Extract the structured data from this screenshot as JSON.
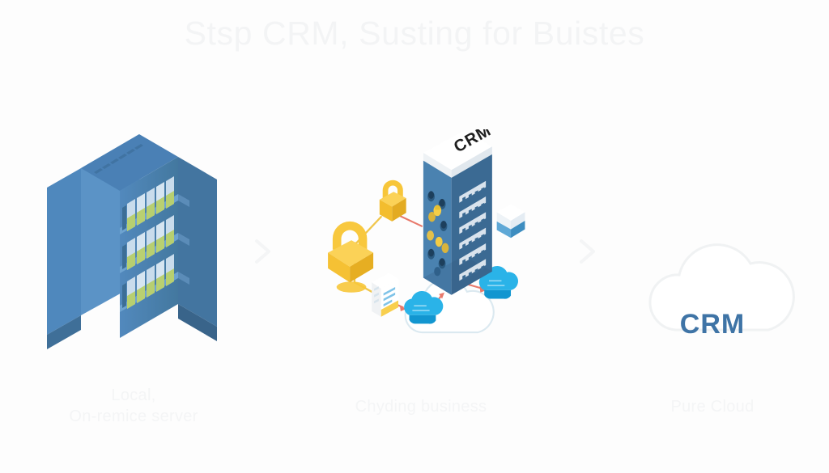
{
  "slide": {
    "title": "Stsp CRM, Susting for Buistes",
    "background_color": "#ffffff",
    "title_color": "#f3f4f5"
  },
  "stages": [
    {
      "id": "local",
      "label_lines": [
        "Local,",
        "On-remice server"
      ],
      "label_line_1": "Local,",
      "label_line_2": "On-remice server",
      "artwork": "isometric-server-rack",
      "artwork_color": "#4a80b5"
    },
    {
      "id": "hybrid",
      "label_lines": [
        "Chyding business"
      ],
      "label_line_1": "Chyding business",
      "artwork": "isometric-crm-tower-with-locks-and-clouds",
      "artwork_color": "#41759f"
    },
    {
      "id": "cloud",
      "label_lines": [
        "Pure Cloud"
      ],
      "label_line_1": "Pure Cloud",
      "artwork": "cloud-outline-with-crm-label",
      "artwork_color": "#f2f4f5"
    }
  ],
  "separators": [
    {
      "id": "chevron-1",
      "icon": "chevron-right-icon",
      "color": "#f4f5f6"
    },
    {
      "id": "chevron-2",
      "icon": "chevron-right-icon",
      "color": "#f4f5f6"
    }
  ],
  "crm_tower": {
    "top_label": "CRM",
    "top_label_color": "#222222",
    "body_color": "#41759f",
    "panel_rows": 6
  },
  "cloud_badge": {
    "text": "CRM",
    "text_color": "#3f74a6",
    "outline_color": "#f0f2f3"
  },
  "palette": {
    "rack_blue": "#4a80b5",
    "tower_blue": "#41759f",
    "tower_blue_dark": "#2f5d85",
    "lock_yellow": "#f9c83c",
    "lock_yellow_dark": "#e8b22a",
    "cloud_cyan": "#29b6ea",
    "cloud_cyan_dark": "#14a0d6",
    "arrow_salmon": "#e8796b",
    "faint_gray": "#f2f4f5",
    "crm_blue": "#3f74a6"
  }
}
